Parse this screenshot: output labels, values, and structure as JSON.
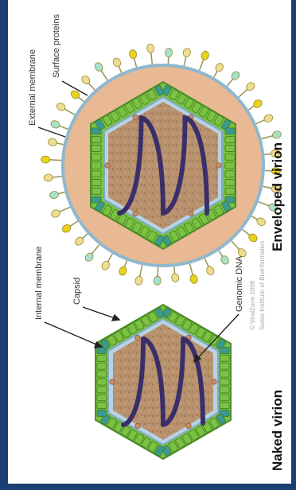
{
  "labels": {
    "surface_proteins": "Surface proteins",
    "external_membrane": "External membrane",
    "internal_membrane": "Internal membrane",
    "capsid": "Capsid",
    "genomic_dna": "Genomic DNA"
  },
  "titles": {
    "naked": "Naked virion",
    "enveloped": "Enveloped virion"
  },
  "credit": {
    "line1": "© ViralZone 2009",
    "line2": "Swiss Institute of Bioinformatics"
  },
  "colors": {
    "border": "#1b3f73",
    "capsid_green": "#7cc242",
    "capsid_teal": "#3a9a8e",
    "core": "#b9926f",
    "envelope": "#e8b992",
    "inner_membrane": "#b8d3e3",
    "dna": "#3b2f6a",
    "spike_yellow": "#e8d21a",
    "spike_pale": "#eedc93",
    "spike_mint": "#a7e0cc",
    "anchor": "#c98f6a"
  }
}
